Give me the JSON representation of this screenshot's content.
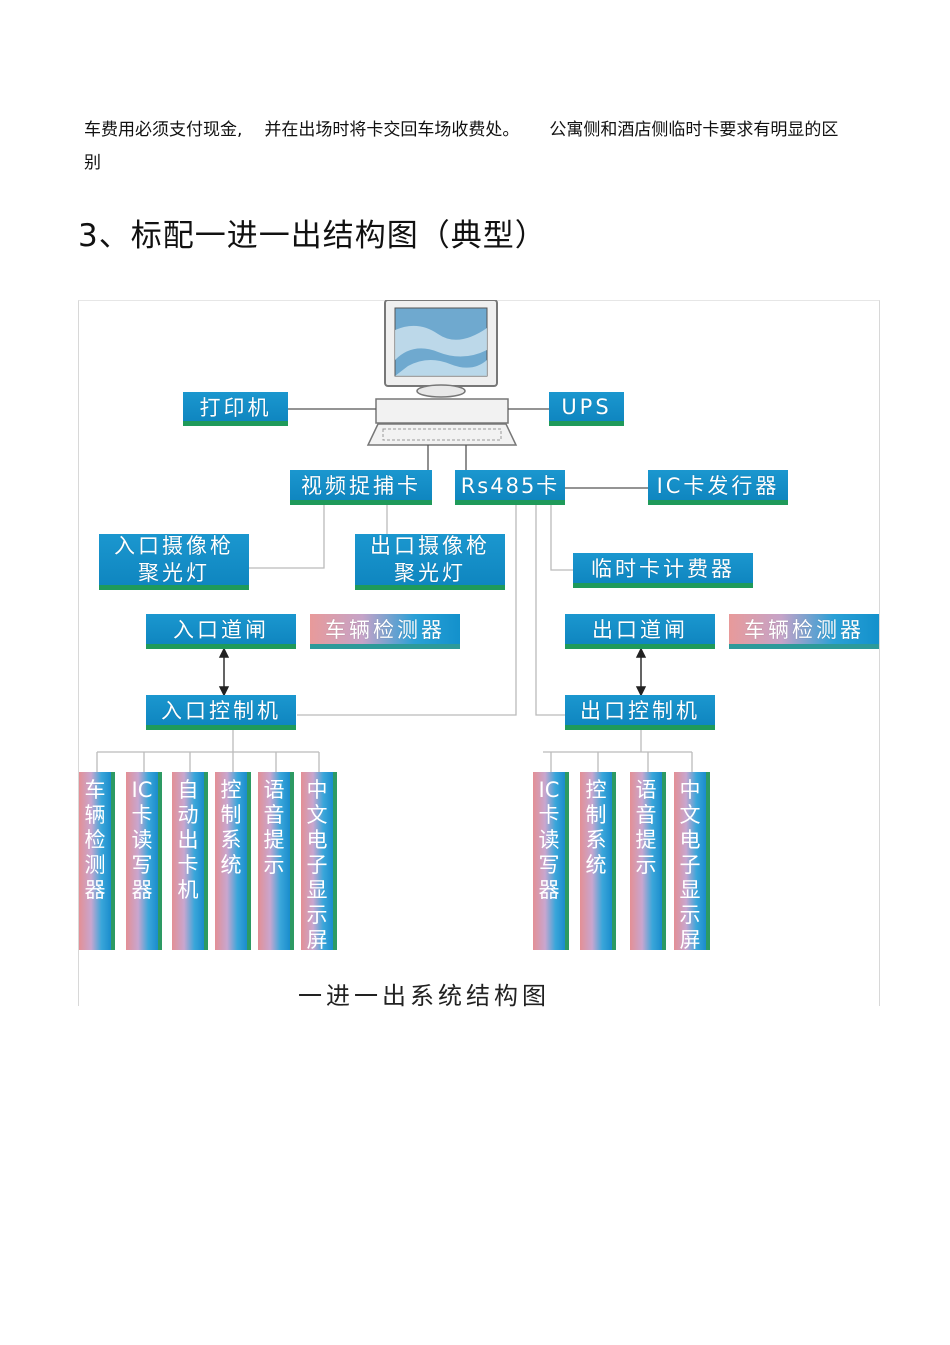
{
  "paragraph": {
    "line1_a": "车费用必须支付现金,",
    "line1_b": "并在出场时将卡交回车场收费处。",
    "line1_c": "公寓侧和酒店侧临时卡要求有明显的区",
    "line2": "别"
  },
  "heading": "3、标配一进一出结构图（典型）",
  "diagram": {
    "printer": "打印机",
    "ups": "UPS",
    "video_card": "视频捉捕卡",
    "rs485": "Rs485卡",
    "ic_issuer": "IC卡发行器",
    "entry_camera_l1": "入口摄像枪",
    "entry_camera_l2": "聚光灯",
    "exit_camera_l1": "出口摄像枪",
    "exit_camera_l2": "聚光灯",
    "temp_card_meter": "临时卡计费器",
    "entry_gate": "入口道闸",
    "entry_vehicle_detector": "车辆检测器",
    "exit_gate": "出口道闸",
    "exit_vehicle_detector": "车辆检测器",
    "entry_controller": "入口控制机",
    "exit_controller": "出口控制机",
    "entry_modules": [
      "车辆检测器",
      "IC卡读写器",
      "自动出卡机",
      "控制系统",
      "语音提示",
      "中文电子显示屏"
    ],
    "exit_modules": [
      "IC卡读写器",
      "控制系统",
      "语音提示",
      "中文电子显示屏"
    ],
    "caption": "一进一出系统结构图"
  }
}
